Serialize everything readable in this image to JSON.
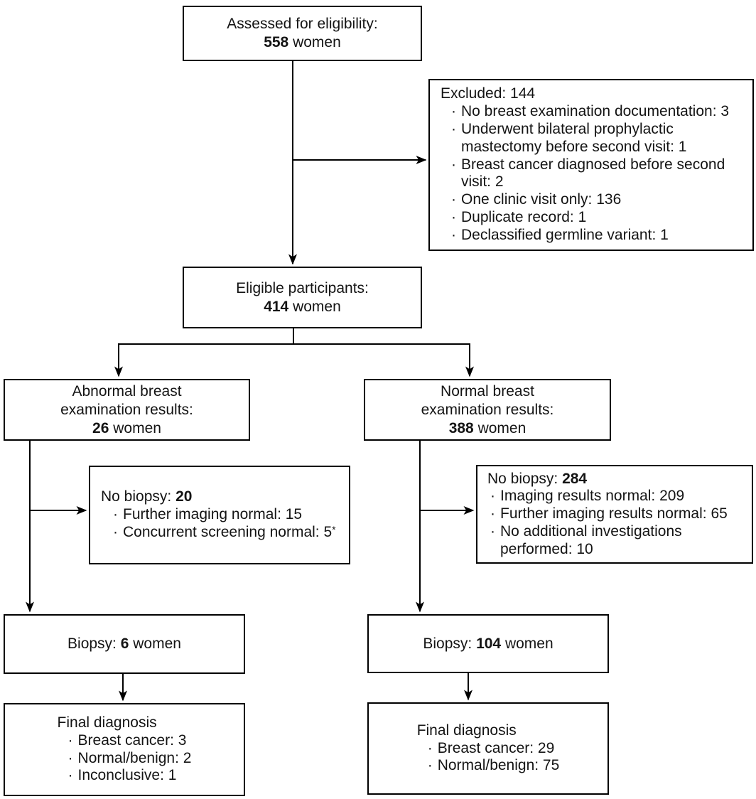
{
  "meta": {
    "background_color": "#ffffff",
    "box_border_color": "#000000",
    "line_color": "#000000",
    "text_color": "#141414"
  },
  "bullet_marker": "·",
  "footnote_marker": "*",
  "boxes": {
    "assessed": {
      "line1": "Assessed for eligibility:",
      "count": "558",
      "suffix": " women"
    },
    "excluded": {
      "title": "Excluded: 144",
      "items": [
        "No breast examination documentation: 3",
        "Underwent bilateral prophylactic\nmastectomy before second visit: 1",
        "Breast cancer diagnosed before second\nvisit: 2",
        "One clinic visit only: 136",
        "Duplicate record: 1",
        "Declassified germline variant: 1"
      ]
    },
    "eligible": {
      "line1": "Eligible participants:",
      "count": "414",
      "suffix": " women"
    },
    "abnormal_exam": {
      "line1": "Abnormal breast",
      "line2": "examination results:",
      "count": "26",
      "suffix": " women"
    },
    "normal_exam": {
      "line1": "Normal breast",
      "line2": "examination results:",
      "count": "388",
      "suffix": " women"
    },
    "no_biopsy_abnormal": {
      "label": "No biopsy: ",
      "count": "20",
      "items": [
        "Further imaging normal: 15",
        "Concurrent screening normal: 5"
      ]
    },
    "no_biopsy_normal": {
      "label": "No biopsy: ",
      "count": "284",
      "items": [
        "Imaging results normal: 209",
        "Further imaging results normal: 65",
        "No additional investigations\nperformed: 10"
      ]
    },
    "biopsy_abnormal": {
      "label": "Biopsy: ",
      "count": "6",
      "suffix": " women"
    },
    "biopsy_normal": {
      "label": "Biopsy: ",
      "count": "104",
      "suffix": " women"
    },
    "final_abnormal": {
      "title": "Final diagnosis",
      "items": [
        "Breast cancer: 3",
        "Normal/benign: 2",
        "Inconclusive: 1"
      ]
    },
    "final_normal": {
      "title": "Final diagnosis",
      "items": [
        "Breast cancer: 29",
        "Normal/benign: 75"
      ]
    }
  }
}
